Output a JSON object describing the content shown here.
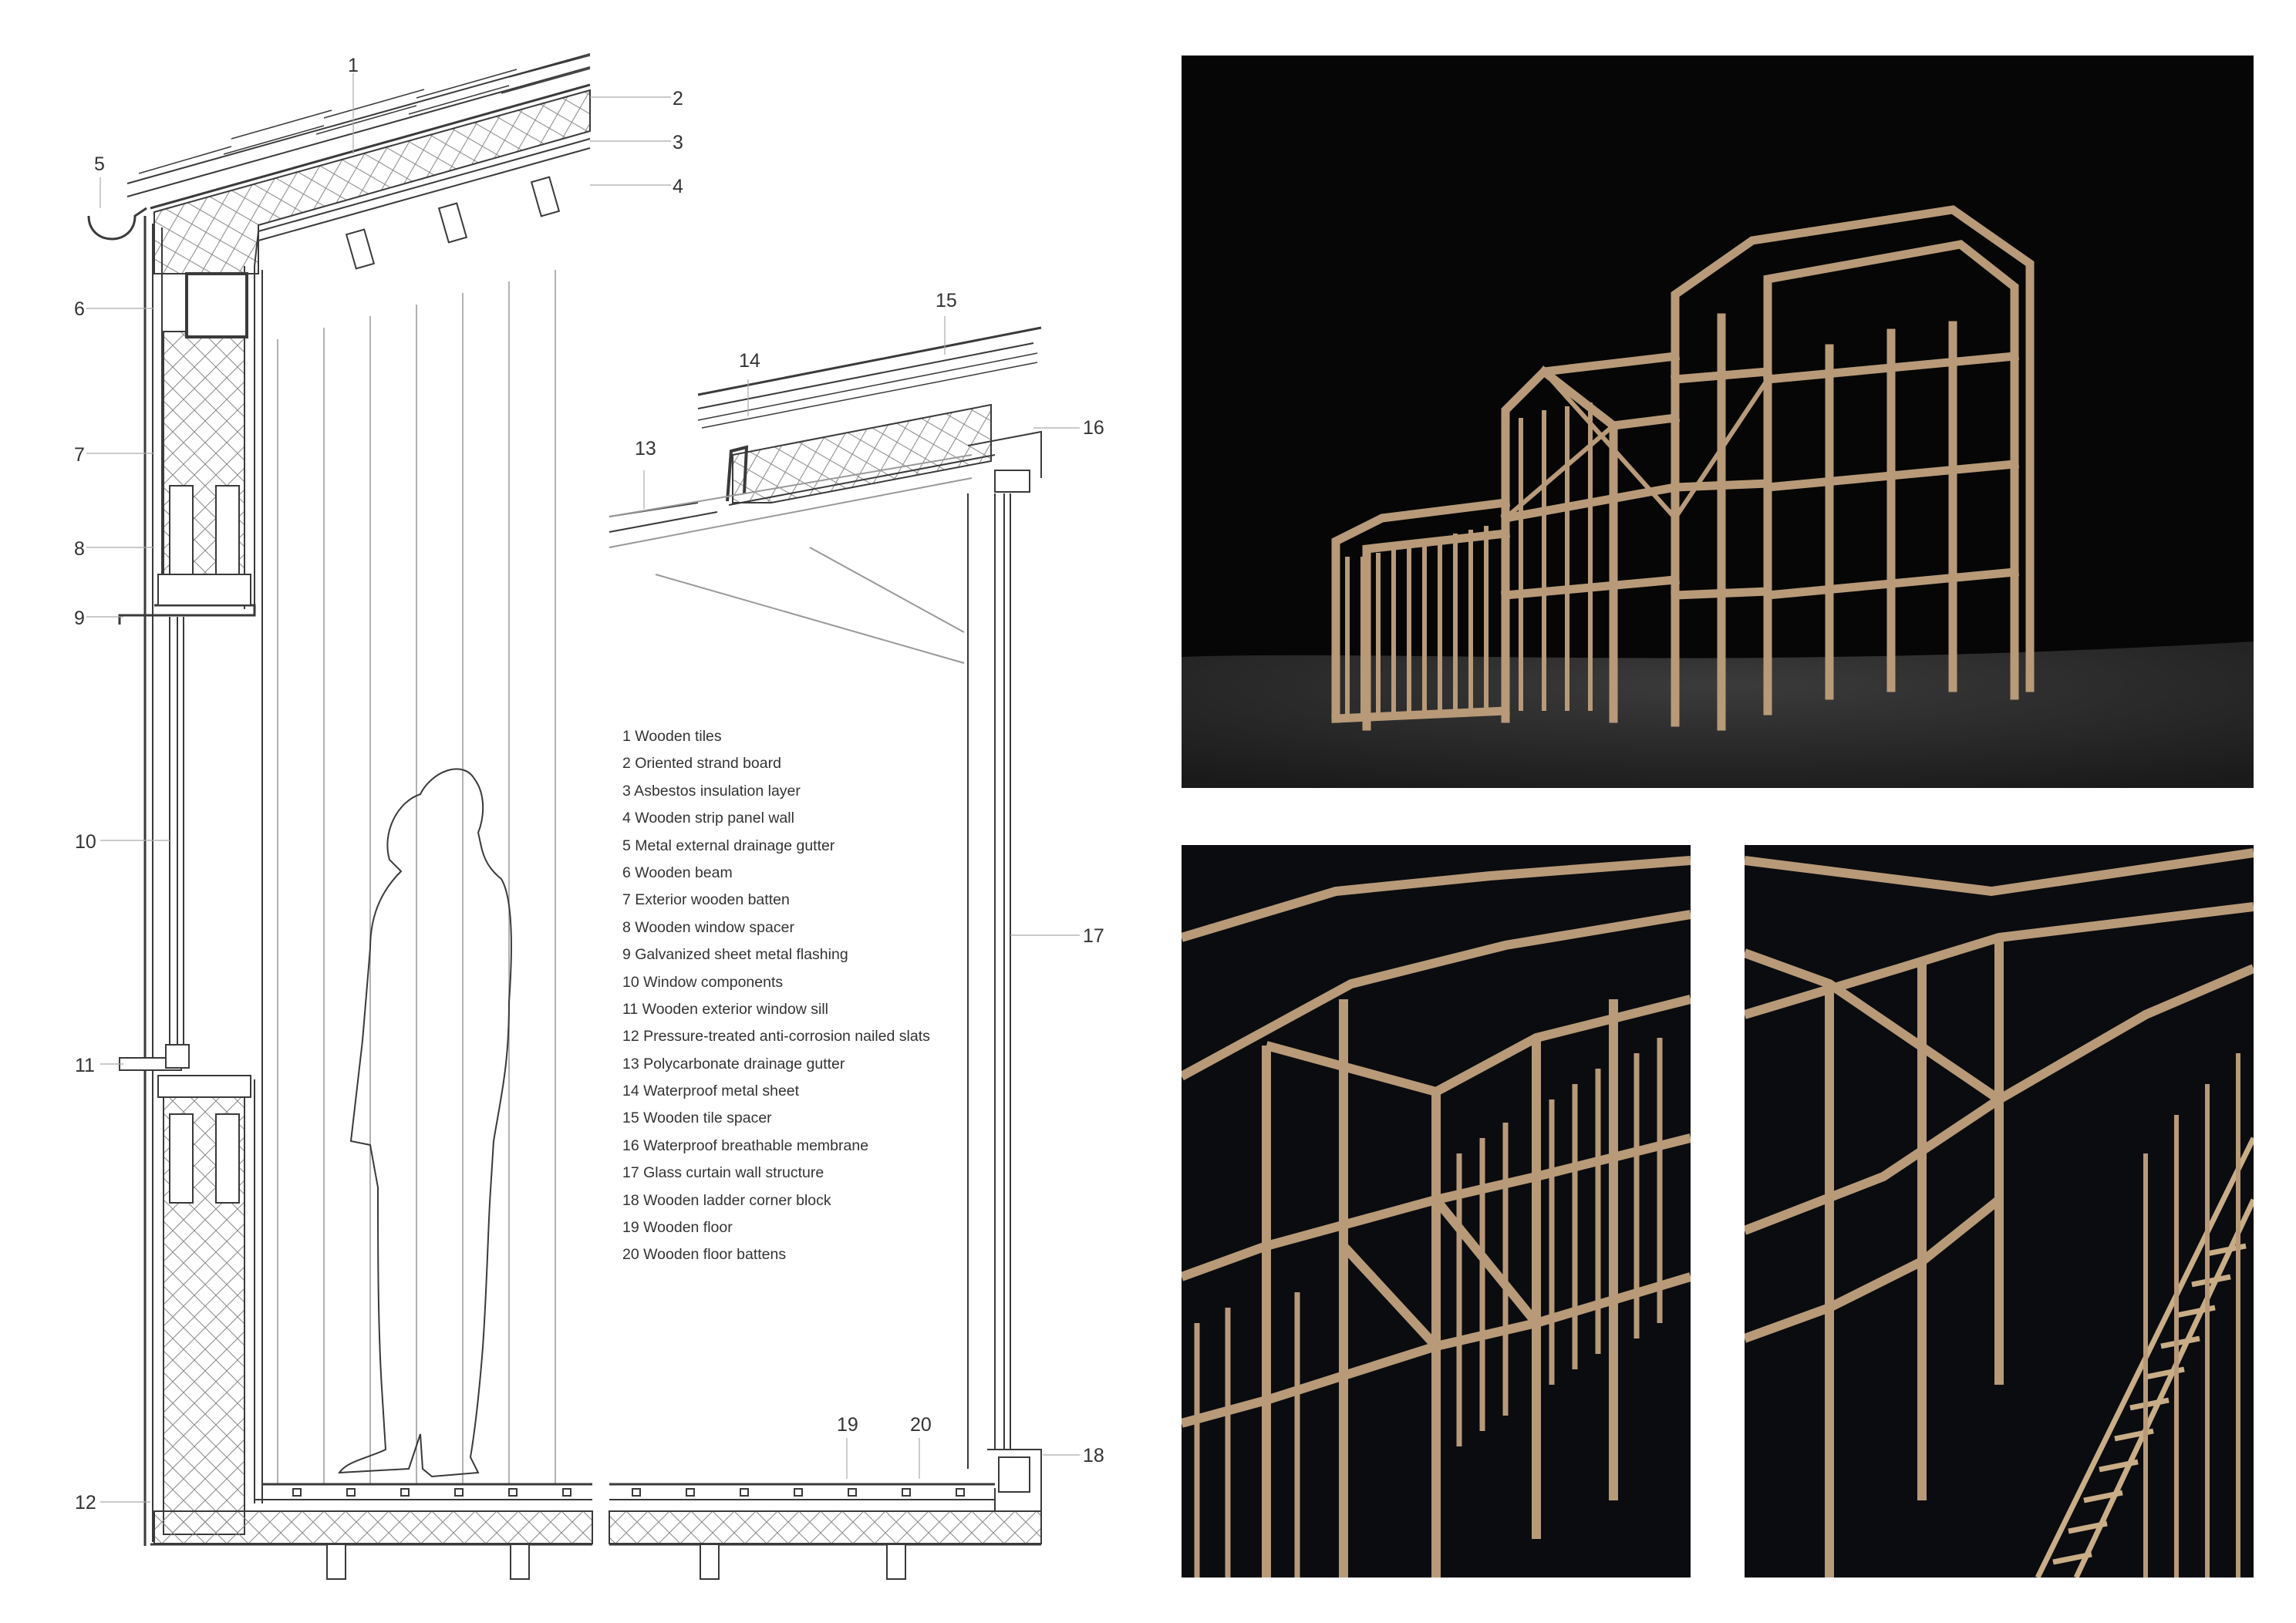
{
  "callouts": {
    "c1": "1",
    "c2": "2",
    "c3": "3",
    "c4": "4",
    "c5": "5",
    "c6": "6",
    "c7": "7",
    "c8": "8",
    "c9": "9",
    "c10": "10",
    "c11": "11",
    "c12": "12",
    "c13": "13",
    "c14": "14",
    "c15": "15",
    "c16": "16",
    "c17": "17",
    "c18": "18",
    "c19": "19",
    "c20": "20"
  },
  "legend": [
    "1 Wooden tiles",
    "2 Oriented strand board",
    "3 Asbestos insulation layer",
    "4 Wooden strip panel wall",
    "5 Metal external drainage gutter",
    "6 Wooden beam",
    "7 Exterior wooden batten",
    "8 Wooden window spacer",
    "9 Galvanized sheet metal flashing",
    "10 Window components",
    "11 Wooden exterior window sill",
    "12 Pressure-treated anti-corrosion nailed slats",
    "13 Polycarbonate drainage gutter",
    "14 Waterproof metal sheet",
    "15 Wooden tile spacer",
    "16 Waterproof breathable membrane",
    "17 Glass curtain wall structure",
    "18 Wooden ladder corner block",
    "19 Wooden floor",
    "20 Wooden floor battens"
  ],
  "colors": {
    "line": "#3a3a3a",
    "wood_model": "#b89a78",
    "photo_background": "#060606",
    "base_foam": "#2b2b2b"
  }
}
